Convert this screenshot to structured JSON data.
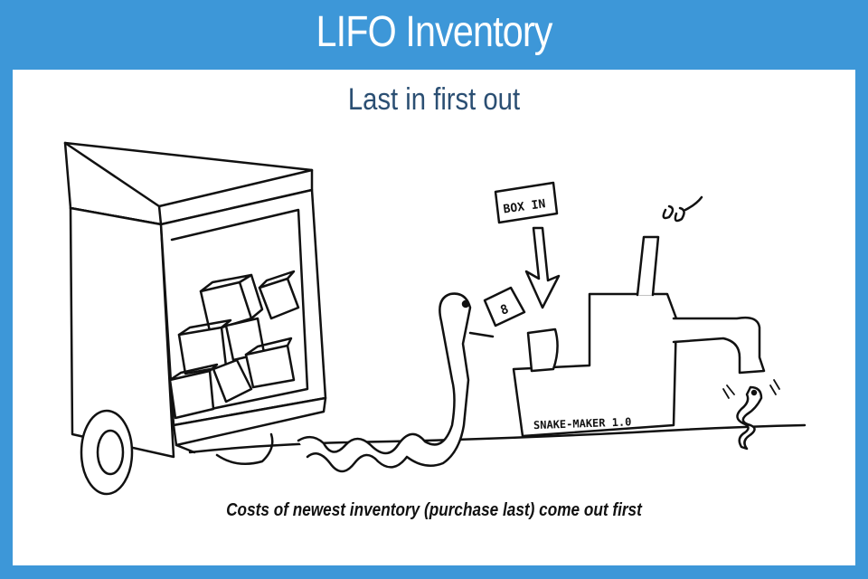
{
  "header": {
    "title": "LIFO Inventory"
  },
  "illustration": {
    "subtitle": "Last in first out",
    "sign_label": "BOX IN",
    "box_number": "8",
    "machine_label": "SNAKE-MAKER 1.0",
    "caption": "Costs of newest inventory (purchase last) come out first"
  },
  "colors": {
    "frame": "#3d97d8",
    "subtitle": "#2b4f73",
    "ink": "#111111"
  }
}
